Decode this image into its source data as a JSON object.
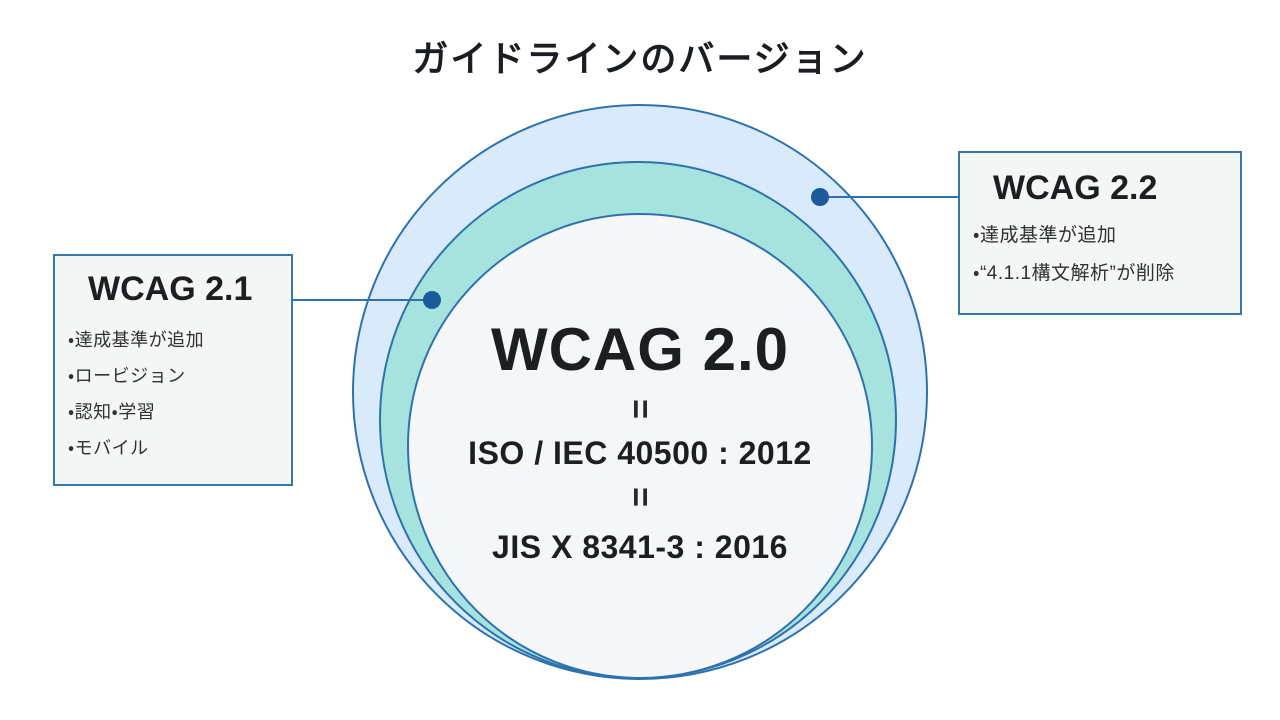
{
  "title": "ガイドラインのバージョン",
  "center": {
    "heading": "WCAG 2.0",
    "equals": "=",
    "iso_label": "ISO / IEC 40500 : 2012",
    "jis_label": "JIS X 8341-3 : 2016"
  },
  "callouts": {
    "wcag21": {
      "title": "WCAG 2.1",
      "bullets": [
        "・達成基準が追加",
        "・ロービジョン",
        "・認知・学習",
        "・モバイル"
      ]
    },
    "wcag22": {
      "title": "WCAG 2.2",
      "bullets": [
        "・達成基準が追加",
        "・“4.1.1構文解析”が削除"
      ]
    }
  },
  "colors": {
    "outer_circle_fill": "#d9eafa",
    "middle_circle_fill": "#a6e2de",
    "inner_circle_fill": "#f5f6f7",
    "circle_stroke": "#2e72ad",
    "connector": "#2e72ad",
    "dot": "#1d5a9b",
    "callout_border": "#3576ae",
    "callout_bg": "#f4f5f5",
    "heading_text": "#1a1d21",
    "body_text": "#2f3134"
  }
}
